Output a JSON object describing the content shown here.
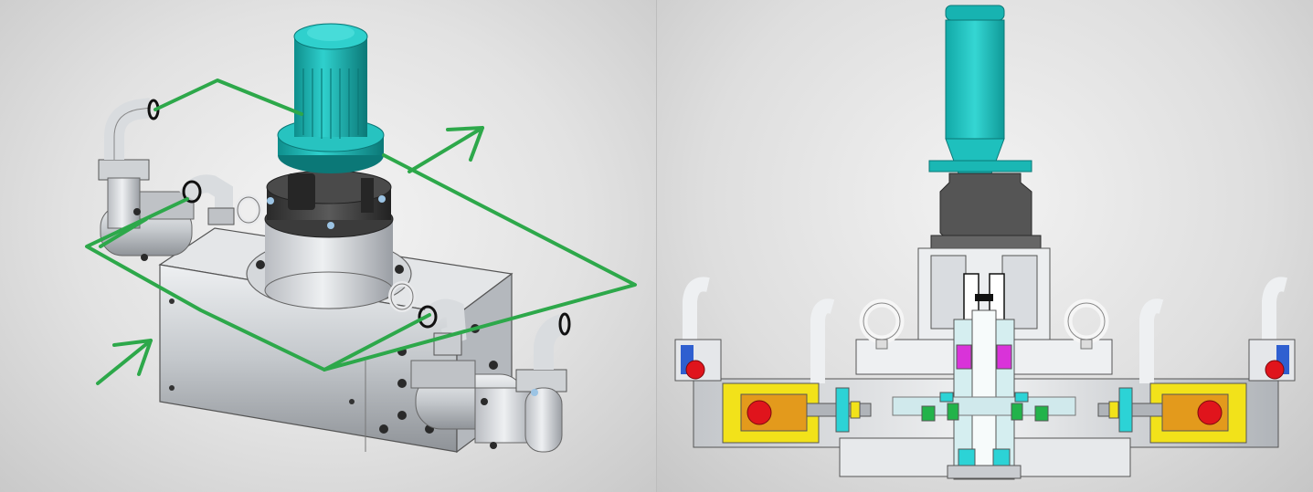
{
  "scene": {
    "left_view": "isometric",
    "right_view": "cross-section"
  },
  "colors": {
    "motor": "#19b7b5",
    "motor_dark": "#0e8e8c",
    "flow_arrow": "#2da84a",
    "steel": "#c9ccd0",
    "steel_dark": "#8d9196",
    "housing_dark": "#3a3a3a",
    "seal_yellow": "#f2e21a",
    "valve_red": "#e0141c",
    "seal_magenta": "#d933d9",
    "seal_green": "#22b34a",
    "seal_cyan": "#2cd3d6",
    "spring_blue": "#2f5fd0"
  },
  "icons": [
    "flow-path",
    "flow-arrow",
    "motor",
    "valve-ball",
    "eye-bolt",
    "elbow-fitting"
  ]
}
